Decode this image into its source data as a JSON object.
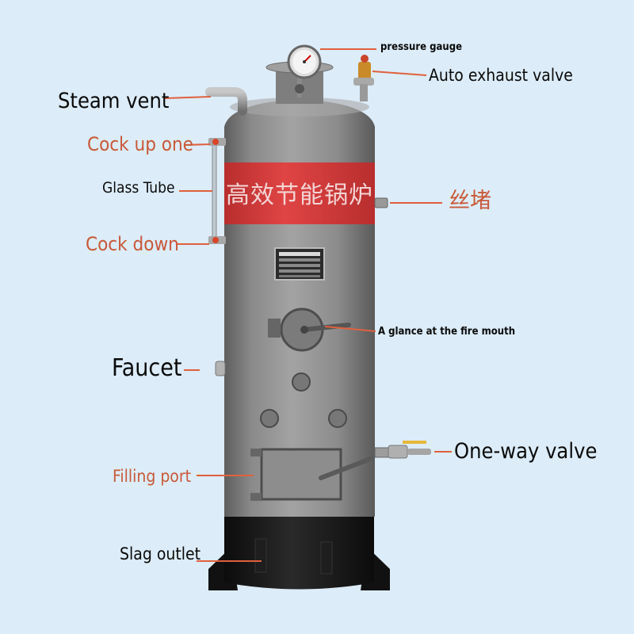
{
  "colors": {
    "background": "#dcecf8",
    "body": "#8e8e8e",
    "band": "#d93a3a",
    "base": "#141414",
    "label_red": "#c9583a",
    "leader_line": "#e0603e"
  },
  "banner": {
    "text": "高效节能锅炉"
  },
  "labels": {
    "pressure_gauge": "pressure gauge",
    "auto_exhaust_valve": "Auto exhaust valve",
    "steam_vent": "Steam vent",
    "cock_up_one": "Cock up one",
    "glass_tube": "Glass Tube",
    "plug": "丝堵",
    "cock_down": "Cock down",
    "fire_mouth": "A glance at the fire mouth",
    "faucet": "Faucet",
    "one_way_valve": "One-way valve",
    "filling_port": "Filling port",
    "slag_outlet": "Slag outlet"
  }
}
